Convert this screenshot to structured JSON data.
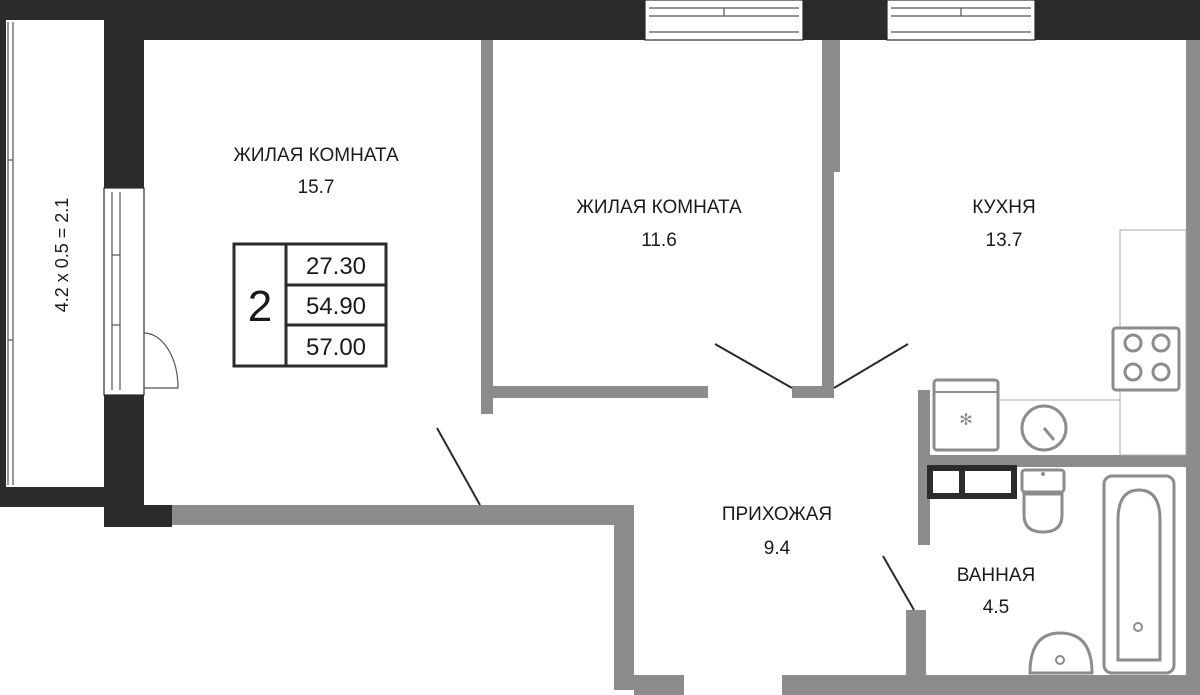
{
  "plan": {
    "rooms": [
      {
        "id": "living-1",
        "name": "ЖИЛАЯ КОМНАТА",
        "area": "15.7"
      },
      {
        "id": "living-2",
        "name": "ЖИЛАЯ КОМНАТА",
        "area": "11.6"
      },
      {
        "id": "kitchen",
        "name": "КУХНЯ",
        "area": "13.7"
      },
      {
        "id": "hallway",
        "name": "ПРИХОЖАЯ",
        "area": "9.4"
      },
      {
        "id": "bathroom",
        "name": "ВАННАЯ",
        "area": "4.5"
      }
    ],
    "balcony": {
      "label": "4.2 x 0.5 = 2.1"
    },
    "summary": {
      "rooms_count": "2",
      "living_area": "27.30",
      "total_area": "54.90",
      "total_with_balcony": "57.00"
    },
    "colors": {
      "outer_wall": "#2b2b2b",
      "inner_wall": "#8c8c8c",
      "fixtures": "#8c8c8c"
    }
  }
}
